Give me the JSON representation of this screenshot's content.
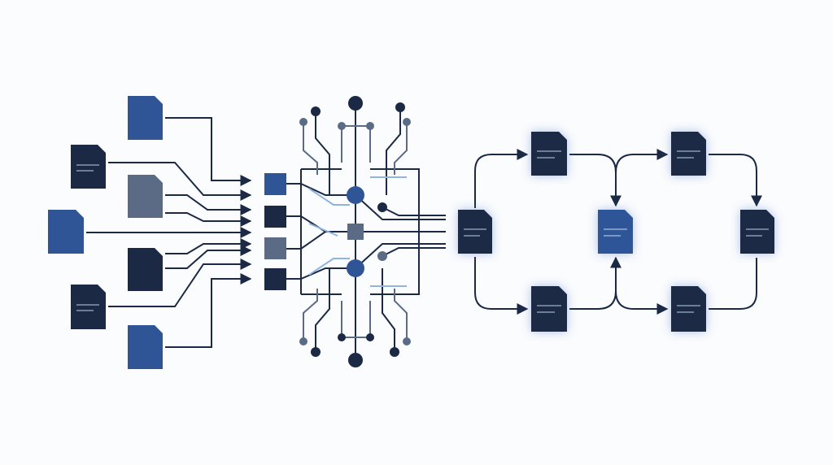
{
  "diagram": {
    "colors": {
      "navy": "#1b2945",
      "blue": "#2f5597",
      "gray": "#5b6b86",
      "light_blue": "#8fb4e0",
      "line": "#1b2945",
      "background": "#fbfcfd"
    },
    "sections": [
      "input-documents",
      "processing-circuit",
      "document-cycle"
    ]
  }
}
